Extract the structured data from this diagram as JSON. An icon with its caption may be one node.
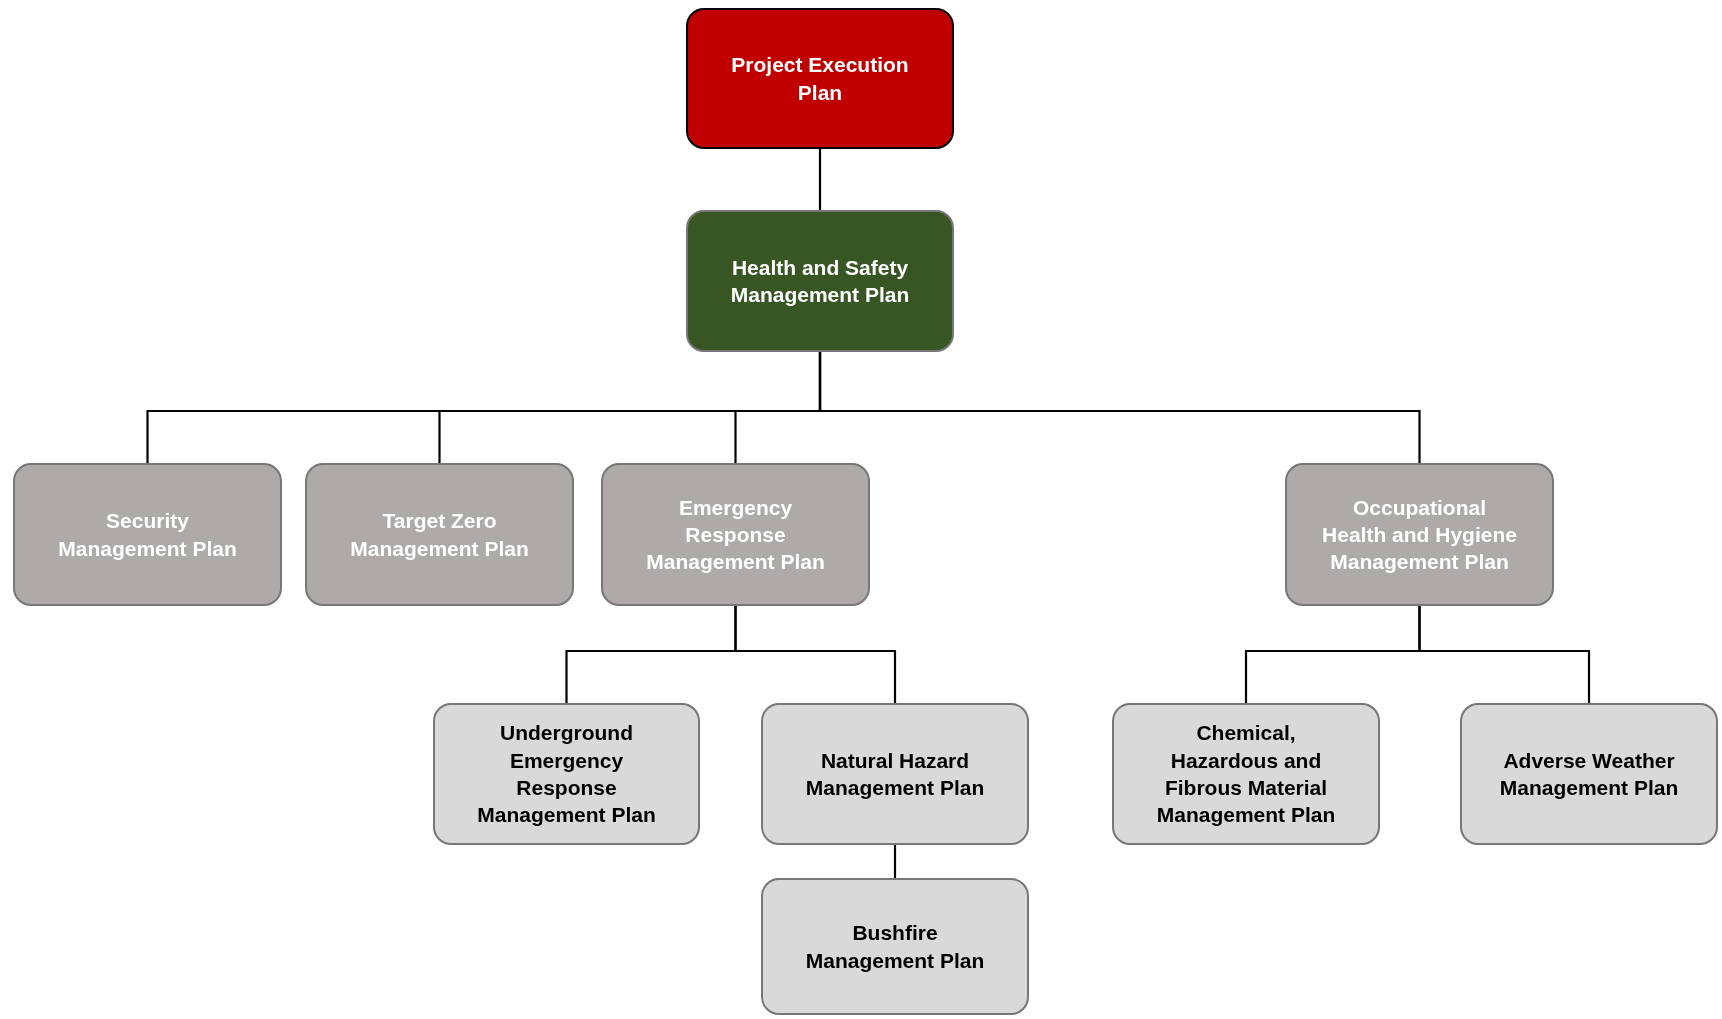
{
  "diagram": {
    "nodes": [
      {
        "text": [
          "Project Execution Plan"
        ]
      },
      {
        "text": [
          "Health and Safety Management Plan"
        ]
      },
      {
        "text": [
          "Security Management Plan"
        ]
      },
      {
        "text": [
          "Target Zero Management Plan"
        ]
      },
      {
        "text": [
          "Emergency Response Management Plan"
        ]
      },
      {
        "text": [
          "Occupational Health and Hygiene Management Plan"
        ]
      },
      {
        "text": [
          "Underground Emergency Response Management Plan"
        ]
      },
      {
        "text": [
          "Natural Hazard Management Plan"
        ]
      },
      {
        "text": [
          "Chemical, Hazardous and Fibrous Material Management Plan"
        ]
      },
      {
        "text": [
          "Adverse Weather Management Plan"
        ]
      },
      {
        "text": [
          "Bushfire Management Plan"
        ]
      }
    ],
    "edges": [
      {
        "from": 0,
        "to": 1,
        "arrow": "none"
      },
      {
        "from": 1,
        "to": 2,
        "arrow": "none"
      },
      {
        "from": 1,
        "to": 3,
        "arrow": "none"
      },
      {
        "from": 1,
        "to": 4,
        "arrow": "none"
      },
      {
        "from": 1,
        "to": 5,
        "arrow": "none"
      },
      {
        "from": 4,
        "to": 6,
        "arrow": "none"
      },
      {
        "from": 4,
        "to": 7,
        "arrow": "none"
      },
      {
        "from": 5,
        "to": 8,
        "arrow": "none"
      },
      {
        "from": 5,
        "to": 9,
        "arrow": "none"
      },
      {
        "from": 7,
        "to": 10,
        "arrow": "none"
      }
    ]
  }
}
